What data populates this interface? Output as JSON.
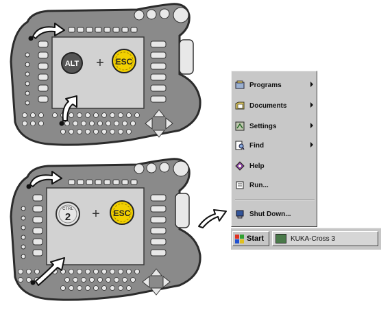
{
  "pendant_top": {
    "key1_label": "ALT",
    "plus": "+",
    "key2_label": "ESC"
  },
  "pendant_bottom": {
    "key1_label_top": "CTRL",
    "key1_label_main": "2",
    "plus": "+",
    "key2_label": "ESC"
  },
  "start_menu": {
    "items": [
      {
        "label": "Programs",
        "icon": "programs-icon",
        "submenu": true
      },
      {
        "label": "Documents",
        "icon": "documents-icon",
        "submenu": true
      },
      {
        "label": "Settings",
        "icon": "settings-icon",
        "submenu": true
      },
      {
        "label": "Find",
        "icon": "find-icon",
        "submenu": true
      },
      {
        "label": "Help",
        "icon": "help-icon",
        "submenu": false
      },
      {
        "label": "Run...",
        "icon": "run-icon",
        "submenu": false
      },
      {
        "label": "Shut Down...",
        "icon": "shutdown-icon",
        "submenu": false
      }
    ]
  },
  "taskbar": {
    "start_label": "Start",
    "task_label": "KUKA-Cross 3"
  },
  "colors": {
    "pendant_body": "#8a8a8a",
    "pendant_screen": "#d0d0d0",
    "alt_key": "#555555",
    "esc_key": "#f2d000",
    "ctrl_key": "#e6e6e6",
    "menu_bg": "#c8c8c8"
  }
}
